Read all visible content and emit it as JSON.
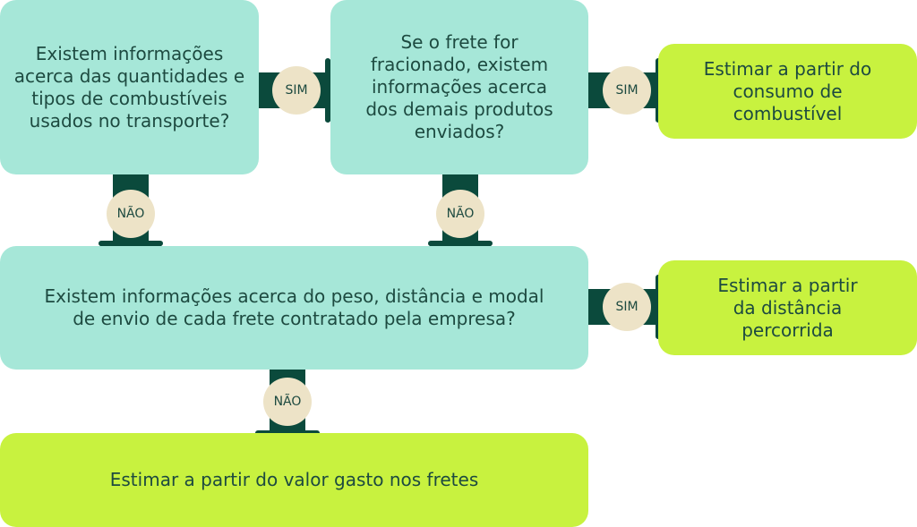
{
  "boxes": {
    "q_fuel": "Existem informações acerca das quantidades e tipos de combustíveis usados no transporte?",
    "q_fractional": "Se o frete for fracionado, existem informações acerca dos demais produtos enviados?",
    "r_fuel": "Estimar a partir do consumo de combustível",
    "q_distance": "Existem informações acerca do peso, distância e modal de envio de cada frete contratado pela empresa?",
    "r_distance": "Estimar a partir da distância percorrida",
    "r_value": "Estimar a partir do valor gasto nos fretes"
  },
  "labels": {
    "yes": "SIM",
    "no": "NÃO"
  },
  "colors": {
    "teal": "#a6e7d8",
    "lime": "#c8f23f",
    "arrow": "#0b4a3c",
    "badge": "#ede3c7"
  }
}
